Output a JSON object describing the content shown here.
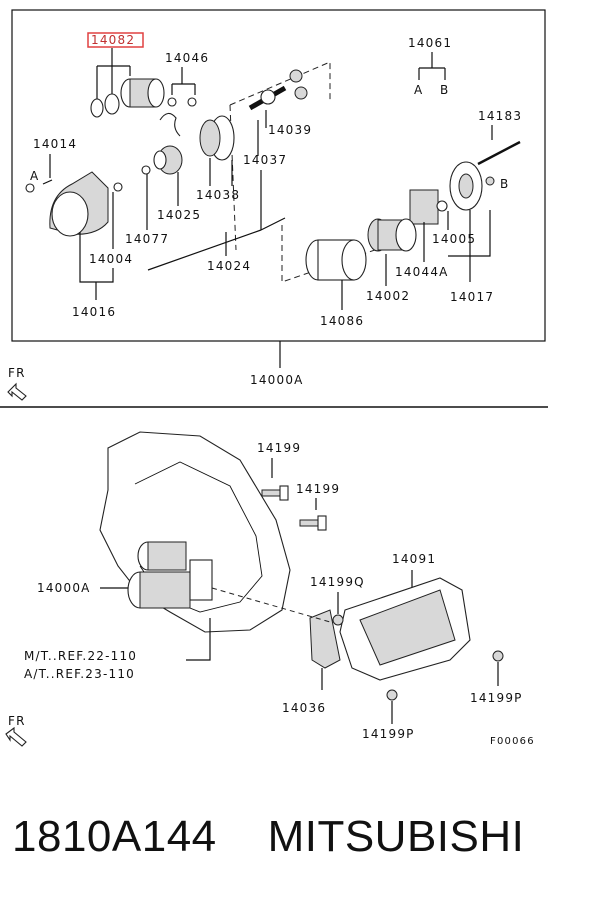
{
  "top_section": {
    "labels": {
      "l14082": "14082",
      "l14046": "14046",
      "l14061": "14061",
      "lA1": "A",
      "lB1": "B",
      "l14183": "14183",
      "l14014": "14014",
      "lA2": "A",
      "l14039": "14039",
      "l14037": "14037",
      "l14038": "14038",
      "l14025": "14025",
      "l14077": "14077",
      "l14004": "14004",
      "l14024": "14024",
      "l14016": "14016",
      "lB2": "B",
      "l14005": "14005",
      "l14044A": "14044A",
      "l14002": "14002",
      "l14017": "14017",
      "l14086": "14086",
      "l14000A_top": "14000A",
      "fr1": "FR"
    }
  },
  "bottom_section": {
    "labels": {
      "l14199a": "14199",
      "l14199b": "14199",
      "l14091": "14091",
      "l14000A_bot": "14000A",
      "l14199Q": "14199Q",
      "mt_ref": "M/T..REF.22-110",
      "at_ref": "A/T..REF.23-110",
      "l14036": "14036",
      "l14199P_a": "14199P",
      "l14199P_b": "14199P",
      "fr2": "FR",
      "fig_code": "F00066"
    }
  },
  "caption": {
    "part_number": "1810A144",
    "brand": "MITSUBISHI"
  },
  "colors": {
    "highlight_box": "#e04040",
    "line": "#111111"
  }
}
